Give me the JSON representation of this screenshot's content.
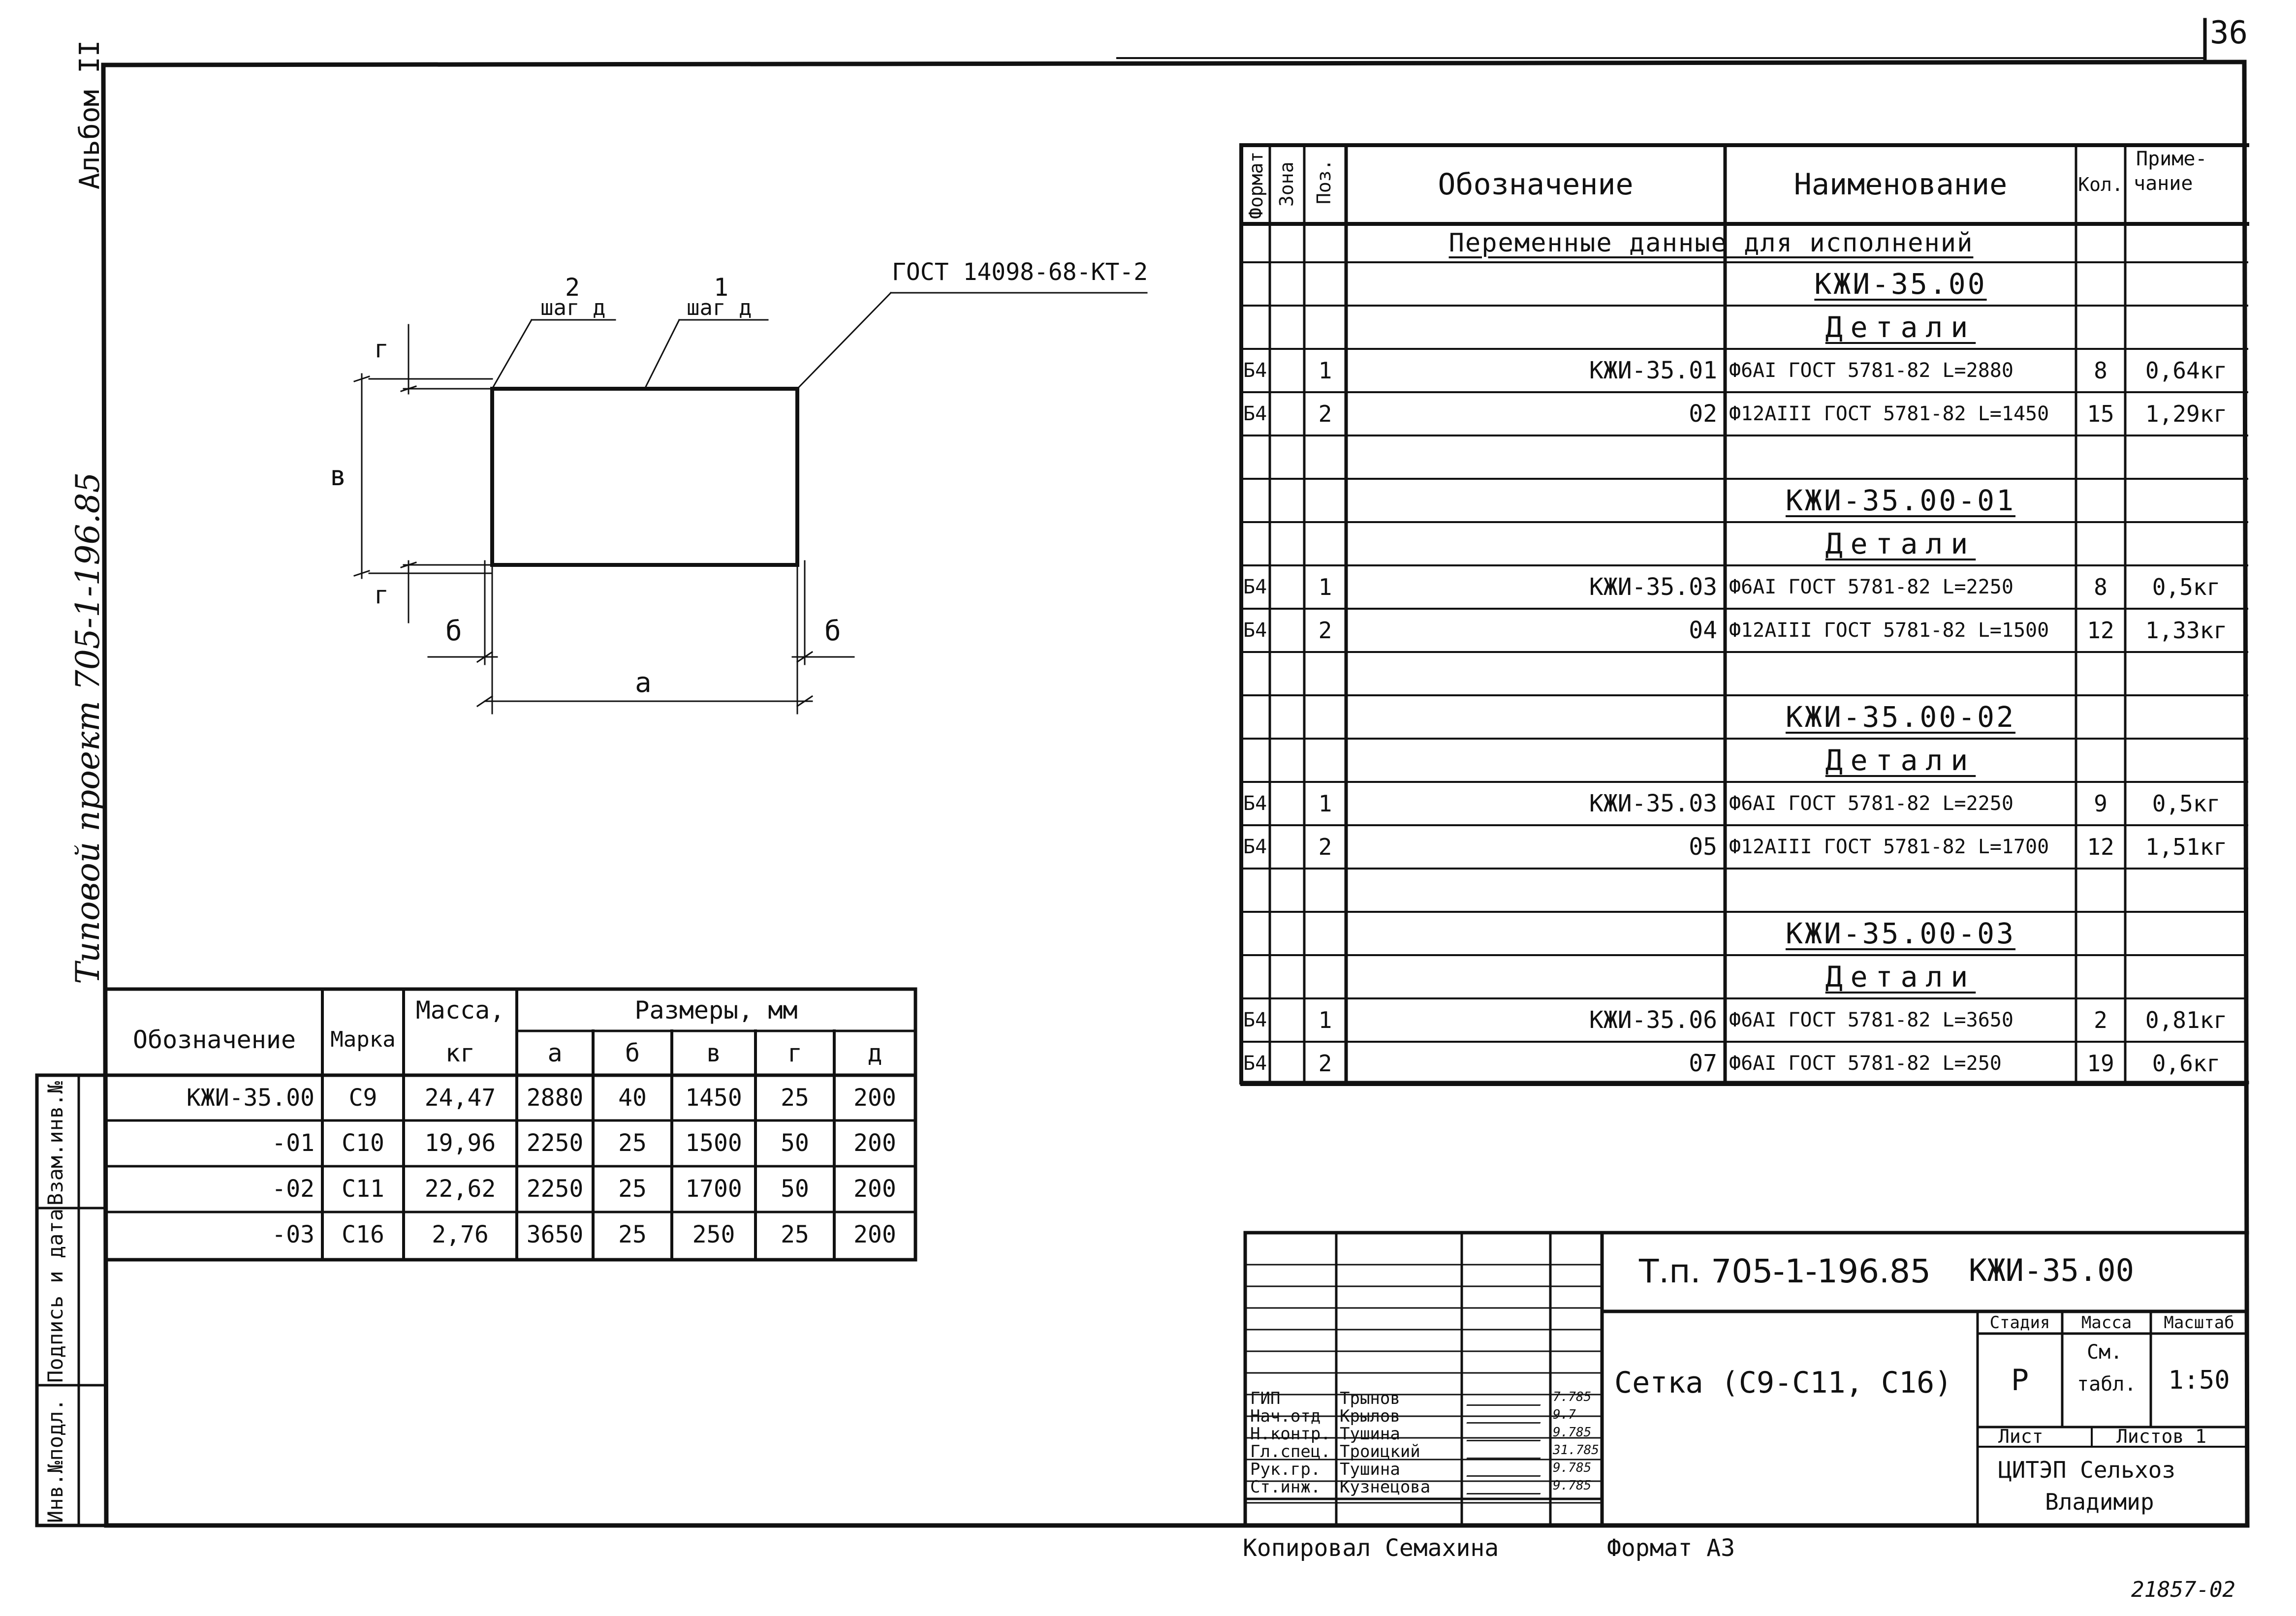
{
  "sheet": {
    "number": "36",
    "album": "Альбом II",
    "project_vertical": "Типовой проект 705-1-196.85",
    "bottom_copy": "Копировал Семахина",
    "bottom_format": "Формат А3",
    "corner_code": "21857-02"
  },
  "sketch": {
    "gost_label": "ГОСТ 14098-68-КТ-2",
    "step2_num": "2",
    "step2_label": "шаг д",
    "step1_num": "1",
    "step1_label": "шаг д",
    "dim_g_top": "г",
    "dim_v": "в",
    "dim_g_bottom": "г",
    "dim_b_left": "б",
    "dim_b_right": "б",
    "dim_a": "а"
  },
  "spec_table": {
    "headers": {
      "format": "Формат",
      "zone": "Зона",
      "pos": "Поз.",
      "designation": "Обозначение",
      "name": "Наименование",
      "qty": "Кол.",
      "note1": "Приме-",
      "note2": "чание"
    },
    "variable_title": "Переменные данные для исполнений",
    "groups": [
      {
        "title": "КЖИ-35.00",
        "sub": "Детали",
        "rows": [
          {
            "fmt": "Б4",
            "pos": "1",
            "des": "КЖИ-35.01",
            "name": "Ф6АI ГОСТ 5781-82 L=2880",
            "qty": "8",
            "note": "0,64кг"
          },
          {
            "fmt": "Б4",
            "pos": "2",
            "des": "02",
            "name": "Ф12АIII ГОСТ 5781-82 L=1450",
            "qty": "15",
            "note": "1,29кг"
          }
        ]
      },
      {
        "title": "КЖИ-35.00-01",
        "sub": "Детали",
        "rows": [
          {
            "fmt": "Б4",
            "pos": "1",
            "des": "КЖИ-35.03",
            "name": "Ф6АI ГОСТ 5781-82 L=2250",
            "qty": "8",
            "note": "0,5кг"
          },
          {
            "fmt": "Б4",
            "pos": "2",
            "des": "04",
            "name": "Ф12АIII ГОСТ 5781-82 L=1500",
            "qty": "12",
            "note": "1,33кг"
          }
        ]
      },
      {
        "title": "КЖИ-35.00-02",
        "sub": "Детали",
        "rows": [
          {
            "fmt": "Б4",
            "pos": "1",
            "des": "КЖИ-35.03",
            "name": "Ф6АI ГОСТ 5781-82 L=2250",
            "qty": "9",
            "note": "0,5кг"
          },
          {
            "fmt": "Б4",
            "pos": "2",
            "des": "05",
            "name": "Ф12АIII ГОСТ 5781-82 L=1700",
            "qty": "12",
            "note": "1,51кг"
          }
        ]
      },
      {
        "title": "КЖИ-35.00-03",
        "sub": "Детали",
        "rows": [
          {
            "fmt": "Б4",
            "pos": "1",
            "des": "КЖИ-35.06",
            "name": "Ф6АI ГОСТ 5781-82 L=3650",
            "qty": "2",
            "note": "0,81кг"
          },
          {
            "fmt": "Б4",
            "pos": "2",
            "des": "07",
            "name": "Ф6АI ГОСТ 5781-82 L=250",
            "qty": "19",
            "note": "0,6кг"
          }
        ]
      }
    ]
  },
  "mass_table": {
    "h_designation": "Обозначение",
    "h_mark": "Марка",
    "h_mass1": "Масса,",
    "h_mass2": "кг",
    "h_sizes": "Размеры, мм",
    "h_a": "а",
    "h_b": "б",
    "h_v": "в",
    "h_g": "г",
    "h_d": "д",
    "rows": [
      {
        "des": "КЖИ-35.00",
        "mark": "С9",
        "mass": "24,47",
        "a": "2880",
        "b": "40",
        "v": "1450",
        "g": "25",
        "d": "200"
      },
      {
        "des": "-01",
        "mark": "С10",
        "mass": "19,96",
        "a": "2250",
        "b": "25",
        "v": "1500",
        "g": "50",
        "d": "200"
      },
      {
        "des": "-02",
        "mark": "С11",
        "mass": "22,62",
        "a": "2250",
        "b": "25",
        "v": "1700",
        "g": "50",
        "d": "200"
      },
      {
        "des": "-03",
        "mark": "С16",
        "mass": "2,76",
        "a": "3650",
        "b": "25",
        "v": "250",
        "g": "25",
        "d": "200"
      }
    ]
  },
  "side_stamp": {
    "inv_orig": "Инв.№подл.",
    "sign_date": "Подпись и дата",
    "replace": "Взам.инв.№"
  },
  "title_block": {
    "doc_code": "Т.п. 705-1-196.85",
    "doc_mark": "КЖИ-35.00",
    "title": "Сетка (С9-С11, С16)",
    "h_stage": "Стадия",
    "h_mass": "Масса",
    "h_scale": "Масштаб",
    "stage": "Р",
    "mass1": "См.",
    "mass2": "табл.",
    "scale": "1:50",
    "sheet_label": "Лист",
    "sheets_label": "Листов 1",
    "org1": "ЦИТЭП Сельхоз",
    "org2": "Владимир",
    "people": [
      {
        "role": "ГИП",
        "name": "Трынов",
        "date": "7.785"
      },
      {
        "role": "Нач.отд",
        "name": "Крылов",
        "date": "9.7"
      },
      {
        "role": "Н.контр.",
        "name": "Тушина",
        "date": "9.785"
      },
      {
        "role": "Гл.спец.",
        "name": "Троицкий",
        "date": "31.785"
      },
      {
        "role": "Рук.гр.",
        "name": "Тушина",
        "date": "9.785"
      },
      {
        "role": "Ст.инж.",
        "name": "Кузнецова",
        "date": "9.785"
      }
    ]
  }
}
